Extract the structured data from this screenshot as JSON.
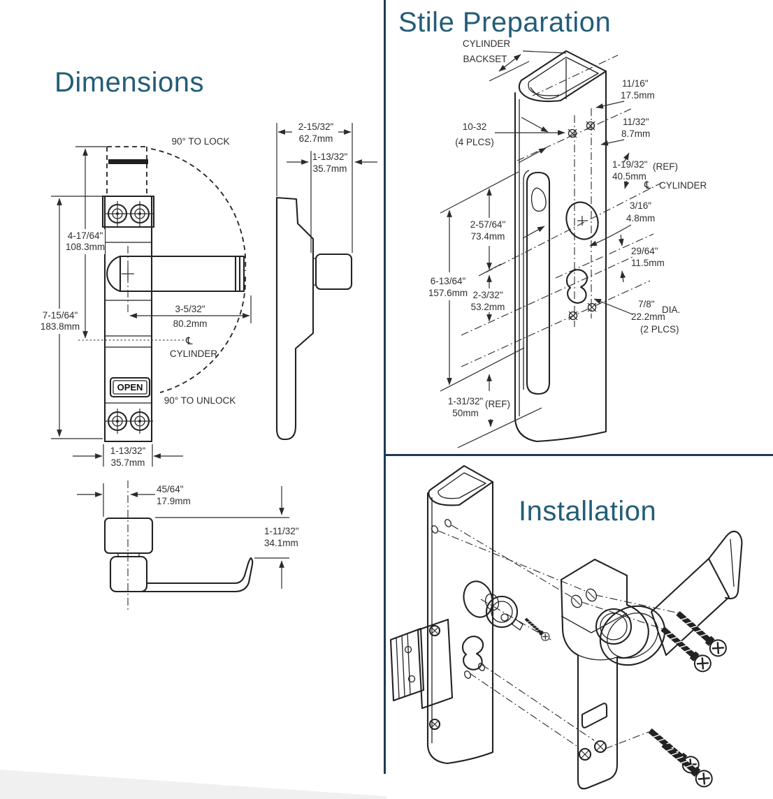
{
  "titles": {
    "dimensions": "Dimensions",
    "stile_preparation": "Stile Preparation",
    "installation": "Installation"
  },
  "front_view": {
    "arc_lock": "90° TO LOCK",
    "arc_unlock": "90° TO UNLOCK",
    "open": "OPEN",
    "cl_symbol": "℄",
    "cl_label": "CYLINDER",
    "total_height_in": "7-15/64\"",
    "total_height_mm": "183.8mm",
    "upper_height_in": "4-17/64\"",
    "upper_height_mm": "108.3mm",
    "lever_length_in": "3-5/32\"",
    "lever_length_mm": "80.2mm",
    "body_width_in": "1-13/32\"",
    "body_width_mm": "35.7mm"
  },
  "side_view": {
    "depth_in": "2-15/32\"",
    "depth_mm": "62.7mm",
    "hub_width_in": "1-13/32\"",
    "hub_width_mm": "35.7mm"
  },
  "bottom_view": {
    "hub_offset_in": "45/64\"",
    "hub_offset_mm": "17.9mm",
    "lever_drop_in": "1-11/32\"",
    "lever_drop_mm": "34.1mm"
  },
  "stile_prep": {
    "backset_line1": "CYLINDER",
    "backset_line2": "BACKSET",
    "tap_line1": "10-32",
    "tap_line2": "(4 PLCS)",
    "top_hole_in": "11/16\"",
    "top_hole_mm": "17.5mm",
    "hole_spacing_in": "11/32\"",
    "hole_spacing_mm": "8.7mm",
    "ref_top_in": "1-19/32\"",
    "ref_top_mm": "40.5mm",
    "ref_top_note": "(REF)",
    "cl_symbol": "℄",
    "cl_label": "CYLINDER",
    "offset_in": "3/16\"",
    "offset_mm": "4.8mm",
    "spacing_in": "29/64\"",
    "spacing_mm": "11.5mm",
    "dia_in": "7/8\"",
    "dia_note": "DIA.",
    "dia_mm": "22.2mm",
    "dia_plcs": "(2 PLCS)",
    "upper_span_in": "2-57/64\"",
    "upper_span_mm": "73.4mm",
    "total_span_in": "6-13/64\"",
    "total_span_mm": "157.6mm",
    "lower_span_in": "2-3/32\"",
    "lower_span_mm": "53.2mm",
    "ref_bottom_in": "1-31/32\"",
    "ref_bottom_mm": "50mm",
    "ref_bottom_note": "(REF)"
  },
  "colors": {
    "title": "#235d77",
    "divider": "#1b3a57",
    "line": "#222222"
  }
}
